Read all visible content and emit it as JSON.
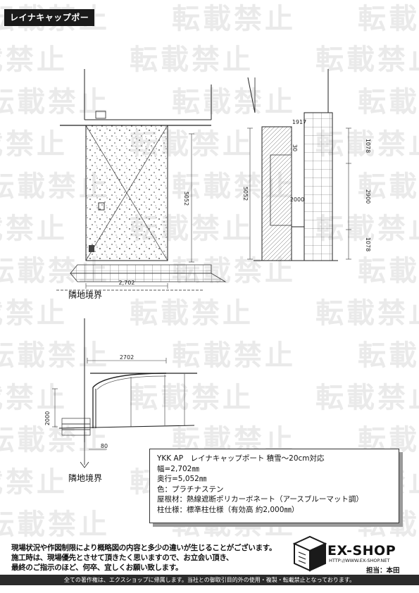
{
  "watermark_text": "転載禁止",
  "title": "レイナキャップポート",
  "plan_view": {
    "dim_width": "2,702",
    "dim_depth": "5052",
    "boundary_label": "隣地境界"
  },
  "side_view": {
    "dim_total": "5052",
    "dim_top": "1917",
    "dim_small": "30",
    "dim_inner": "2000",
    "dim_upper": "1078",
    "dim_middle": "2900",
    "dim_lower": "1078"
  },
  "front_view": {
    "dim_width": "2702",
    "dim_height": "2000",
    "dim_offset": "80",
    "boundary_label": "隣地境界"
  },
  "spec": {
    "line1": "YKK AP　レイナキャップポート  積雪～20cm対応",
    "line2": "幅=2,702㎜",
    "line3": "奥行=5,052㎜",
    "line4": "色：プラチナステン",
    "line5": "屋根材：熱線遮断ポリカーボネート（アースブルーマット調）",
    "line6": "柱仕様：標準柱仕様（有効高 約2,000㎜）"
  },
  "notes": {
    "line1": "現場状況や作図制限により概略図の内容と多少の違いが生じることがございます。",
    "line2": "施工時は、現場優先とさせて頂きたく思いますので、お立会い頂き、",
    "line3": "最終のご指示のほど、何卒、宜しくお願い致します。"
  },
  "logo": {
    "name": "EX-SHOP",
    "url": "HTTP://WWW.EX-SHOP.NET"
  },
  "person": "担当：本田",
  "footer": "全ての著作権は、エクスショップに帰属します。当社との御取引目的外の使用・複製・転載禁止となっております。"
}
